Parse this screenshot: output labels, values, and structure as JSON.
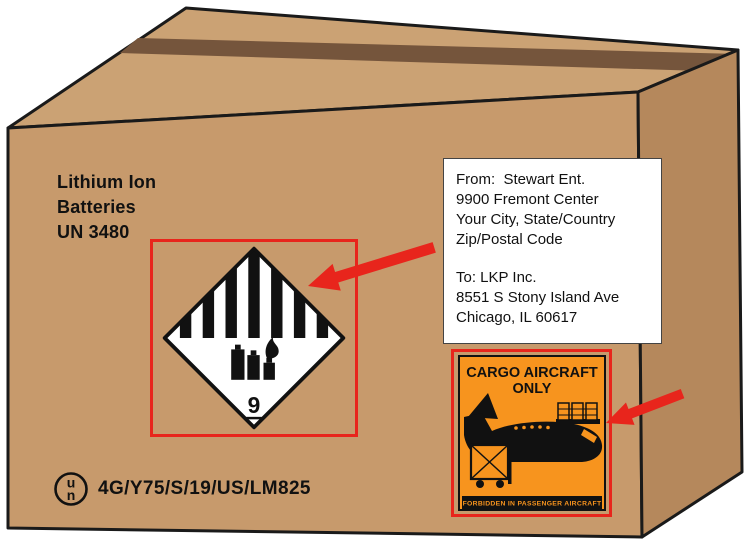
{
  "box_markings": {
    "shipping_name_lines": [
      "Lithium Ion",
      "Batteries",
      "UN 3480"
    ],
    "un_spec_marking": "4G/Y75/S/19/US/LM825",
    "un_symbol_top": "u",
    "un_symbol_bottom": "n"
  },
  "class9_label": {
    "class_number": "9"
  },
  "shipping_label": {
    "from_lines": [
      "From:  Stewart Ent.",
      "9900 Fremont Center",
      "Your City, State/Country",
      "Zip/Postal Code"
    ],
    "to_lines": [
      "To: LKP Inc.",
      "8551 S Stony Island Ave",
      "Chicago, IL 60617"
    ]
  },
  "cargo_label": {
    "title_line1": "CARGO AIRCRAFT",
    "title_line2": "ONLY",
    "footer": "FORBIDDEN IN PASSENGER AIRCRAFT"
  },
  "colors": {
    "box_front": "#c79a6c",
    "box_side": "#b5885c",
    "box_top": "#cba274",
    "tape": "#75553c",
    "highlight_red": "#e8251c",
    "cargo_orange": "#f7941e",
    "label_white": "#ffffff"
  }
}
